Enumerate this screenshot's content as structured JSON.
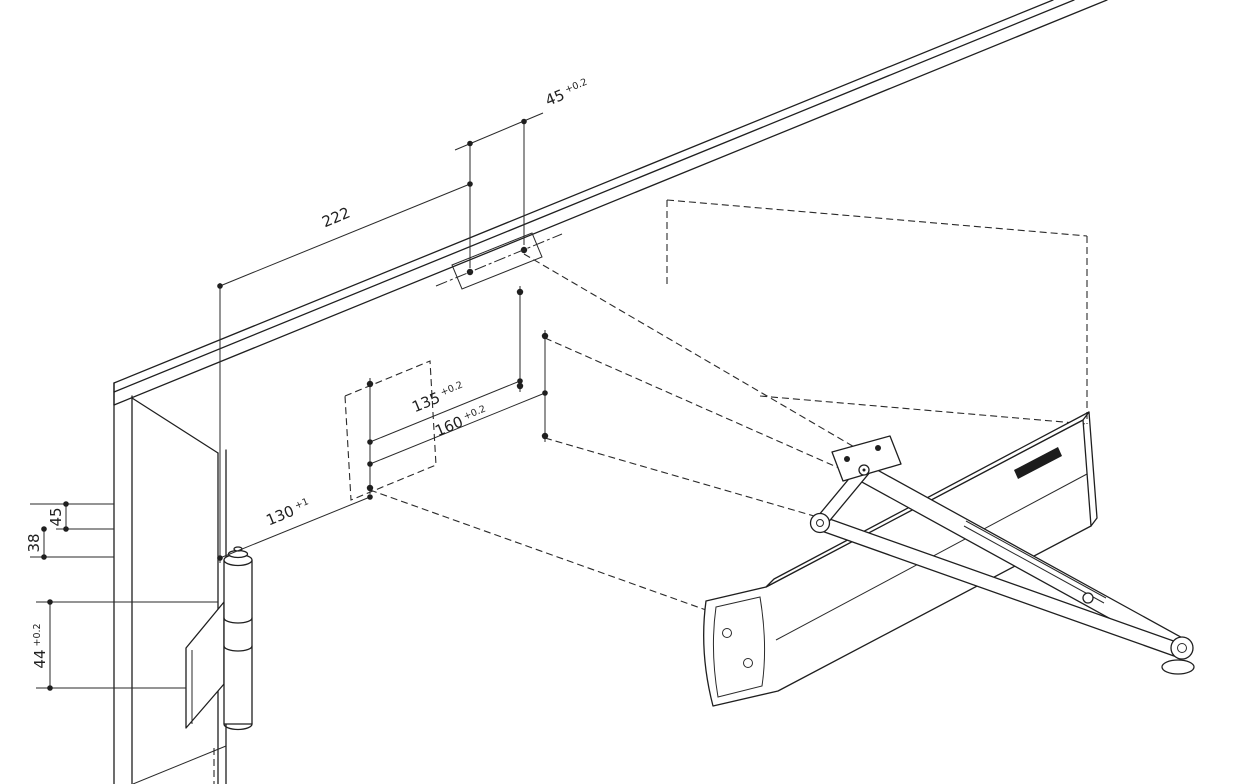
{
  "drawing": {
    "subject": "Door closer mounting - isometric installation drawing",
    "colors": {
      "line": "#1f1f1f",
      "background": "#ffffff",
      "dark_fill": "#1c1c1c"
    },
    "dimensions": {
      "top_hole_spacing": {
        "value": "45",
        "tolerance": "+0.2"
      },
      "edge_to_plate": {
        "value": "222",
        "tolerance": ""
      },
      "mid_spacing_inner": {
        "value": "135",
        "tolerance": "+0.2"
      },
      "mid_spacing_outer": {
        "value": "160",
        "tolerance": "+0.2"
      },
      "edge_to_mid_holes": {
        "value": "130",
        "tolerance": "+1"
      },
      "left_offset_38": {
        "value": "38",
        "tolerance": ""
      },
      "left_offset_45": {
        "value": "45",
        "tolerance": ""
      },
      "hinge_offset_44": {
        "value": "44",
        "tolerance": "+0.2"
      }
    }
  }
}
